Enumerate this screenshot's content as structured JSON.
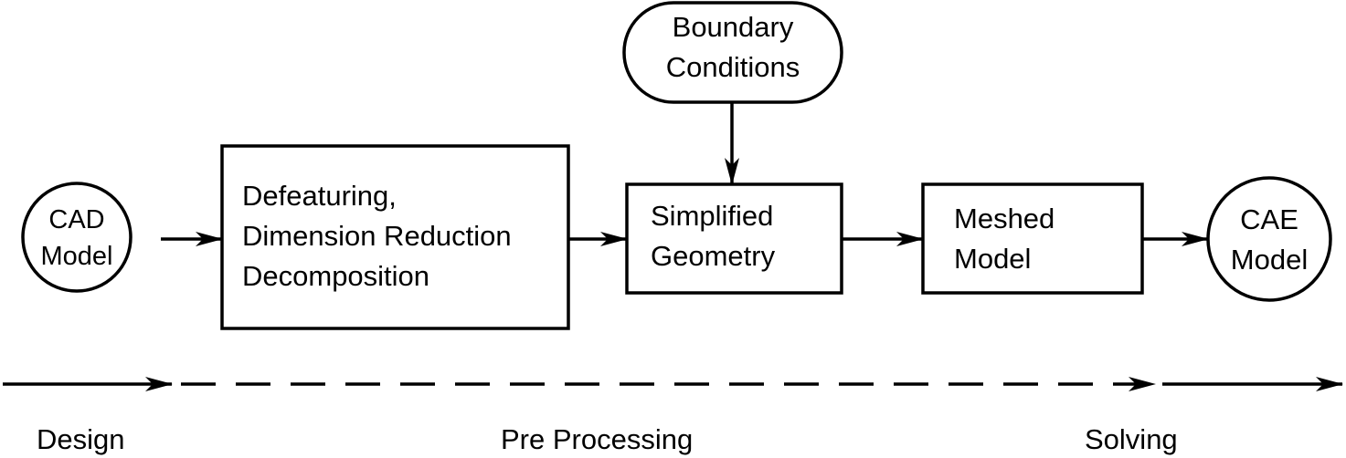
{
  "nodes": {
    "cad_model": {
      "lines": [
        "CAD",
        "Model"
      ]
    },
    "defeaturing": {
      "lines": [
        "Defeaturing,",
        "Dimension Reduction",
        "Decomposition"
      ]
    },
    "boundary_conditions": {
      "lines": [
        "Boundary",
        "Conditions"
      ]
    },
    "simplified_geometry": {
      "lines": [
        "Simplified",
        "Geometry"
      ]
    },
    "meshed_model": {
      "lines": [
        "Meshed",
        "Model"
      ]
    },
    "cae_model": {
      "lines": [
        "CAE",
        "Model"
      ]
    }
  },
  "stages": {
    "design": "Design",
    "pre_processing": "Pre Processing",
    "solving": "Solving"
  },
  "colors": {
    "stroke": "#000000",
    "background": "#ffffff"
  }
}
